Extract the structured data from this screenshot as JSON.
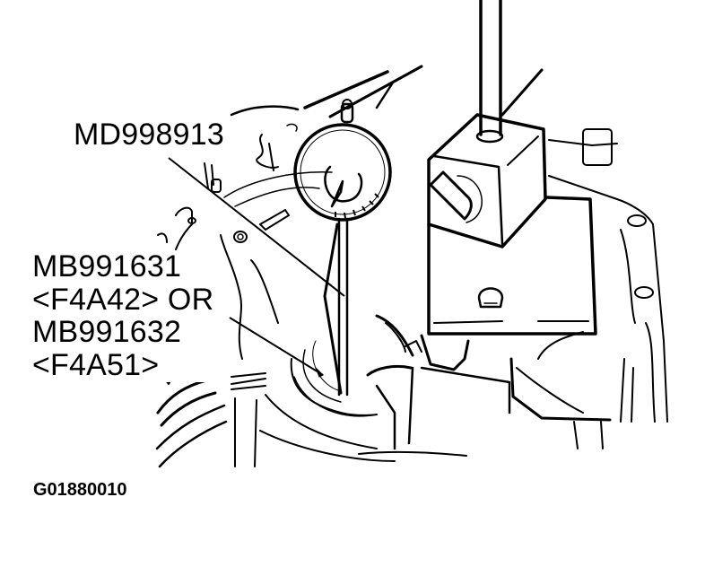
{
  "figure": {
    "type": "service-manual-illustration",
    "subject": "Dial indicator and magnetic base mounted on transaxle case measuring shaft end play",
    "colors": {
      "line": "#000000",
      "background": "#ffffff"
    }
  },
  "callouts": {
    "dial_indicator_tool": "MD998913",
    "adapter_tool": {
      "lines": [
        "MB991631",
        "<F4A42> OR",
        "MB991632",
        "<F4A51>"
      ]
    }
  },
  "figure_id": "G01880010"
}
